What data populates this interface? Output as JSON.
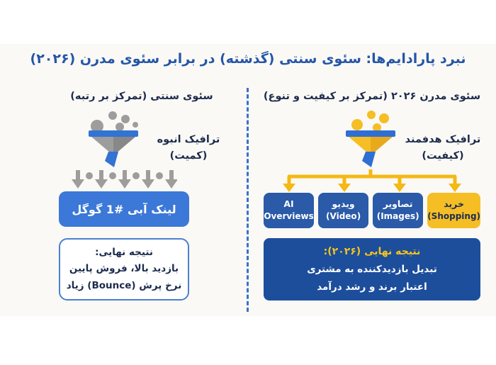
{
  "title": "نبرد پارادایم‌ها: سئوی سنتی (گذشته) در برابر سئوی مدرن (۲۰۲۶)",
  "left": {
    "header": "سئوی سنتی (تمرکز بر رتبه)",
    "funnel_icon": "gray-funnel-with-falling-dots-icon",
    "funnel_label_line1": "ترافیک انبوه",
    "funnel_label_line2": "(کمیت)",
    "serp_box_label": "لینک آبی #1 گوگل",
    "result": {
      "line1": "نتیجه نهایی:",
      "line2": "بازدید بالا، فروش پایین",
      "line3": "نرخ پرش (Bounce) زیاد"
    }
  },
  "right": {
    "header": "سئوی مدرن ۲۰۲۶ (تمرکز بر کیفیت و تنوع)",
    "funnel_icon": "yellow-funnel-with-falling-dots-icon",
    "funnel_label_line1": "ترافیک هدفمند",
    "funnel_label_line2": "(کیفیت)",
    "channels": [
      {
        "line1": "AI",
        "line2": "Overviews",
        "highlight": false
      },
      {
        "line1": "ویدیو",
        "line2": "(Video)",
        "highlight": false
      },
      {
        "line1": "تصاویر",
        "line2": "(Images)",
        "highlight": false
      },
      {
        "line1": "خرید",
        "line2": "(Shopping)",
        "highlight": true
      }
    ],
    "result": {
      "line1": "نتیجه نهایی (۲۰۲۶):",
      "line2": "تبدیل بازدیدکننده به مشتری",
      "line3": "اعتبار برند و رشد درآمد"
    }
  },
  "colors": {
    "title_blue": "#2456a8",
    "navy_text": "#1c2b4e",
    "serp_blue": "#3b78d8",
    "category_blue": "#2a5aa8",
    "result_blue": "#1d4e9c",
    "accent_yellow": "#f5be25",
    "result_heading_yellow": "#f6c51d",
    "gray": "#9d9d9d",
    "divider_blue": "#3b72c8",
    "band_background": "#fbf9f5"
  }
}
